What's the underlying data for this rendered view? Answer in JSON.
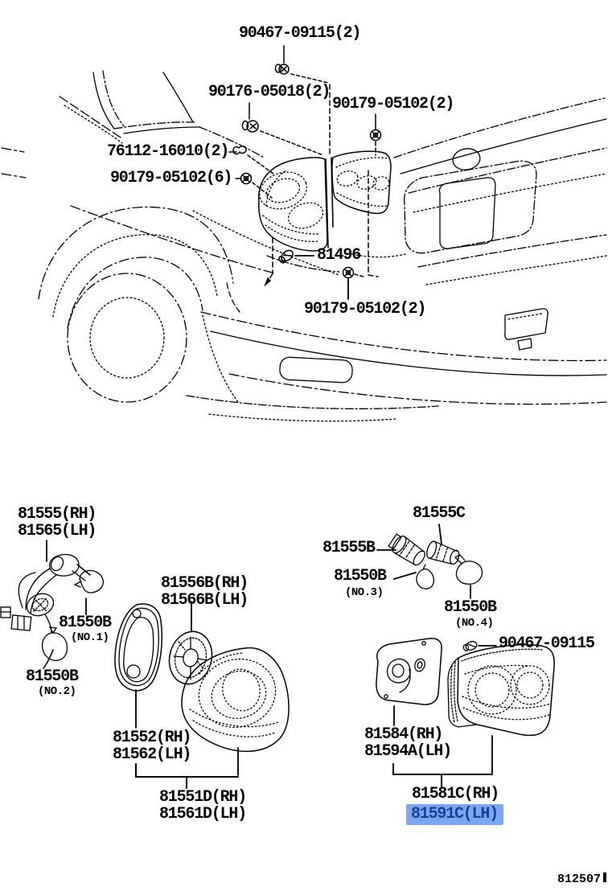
{
  "diagram": {
    "code": "812507",
    "highlight_color": "#7aa7ee",
    "highlight_text_color": "#14409a",
    "line_color": "#000000"
  },
  "callouts": {
    "screw_top": "90467-09115(2)",
    "screw_90176": "90176-05018(2)",
    "screw_90179_right": "90179-05102(2)",
    "clip_76112": "76112-16010(2)",
    "screw_90179_six": "90179-05102(6)",
    "part_81496": "81496",
    "screw_90179_lower": "90179-05102(2)",
    "socket_wire_rh": "81555(RH)",
    "socket_wire_lh": "81565(LH)",
    "bulb1": "81550B",
    "bulb1_no": "(NO.1)",
    "bulb2": "81550B",
    "bulb2_no": "(NO.2)",
    "packing_rh": "81556B(RH)",
    "packing_lh": "81566B(LH)",
    "body_rh": "81552(RH)",
    "body_lh": "81562(LH)",
    "lens_outer_rh": "81551D(RH)",
    "lens_outer_lh": "81561D(LH)",
    "socket_c": "81555C",
    "socket_b": "81555B",
    "bulb3": "81550B",
    "bulb3_no": "(NO.3)",
    "bulb4": "81550B",
    "bulb4_no": "(NO.4)",
    "screw_90467_single": "90467-09115",
    "gasket_rh": "81584(RH)",
    "gasket_lh": "81594A(LH)",
    "lens_inner_rh": "81581C(RH)",
    "lens_inner_lh": "81591C(LH)"
  }
}
